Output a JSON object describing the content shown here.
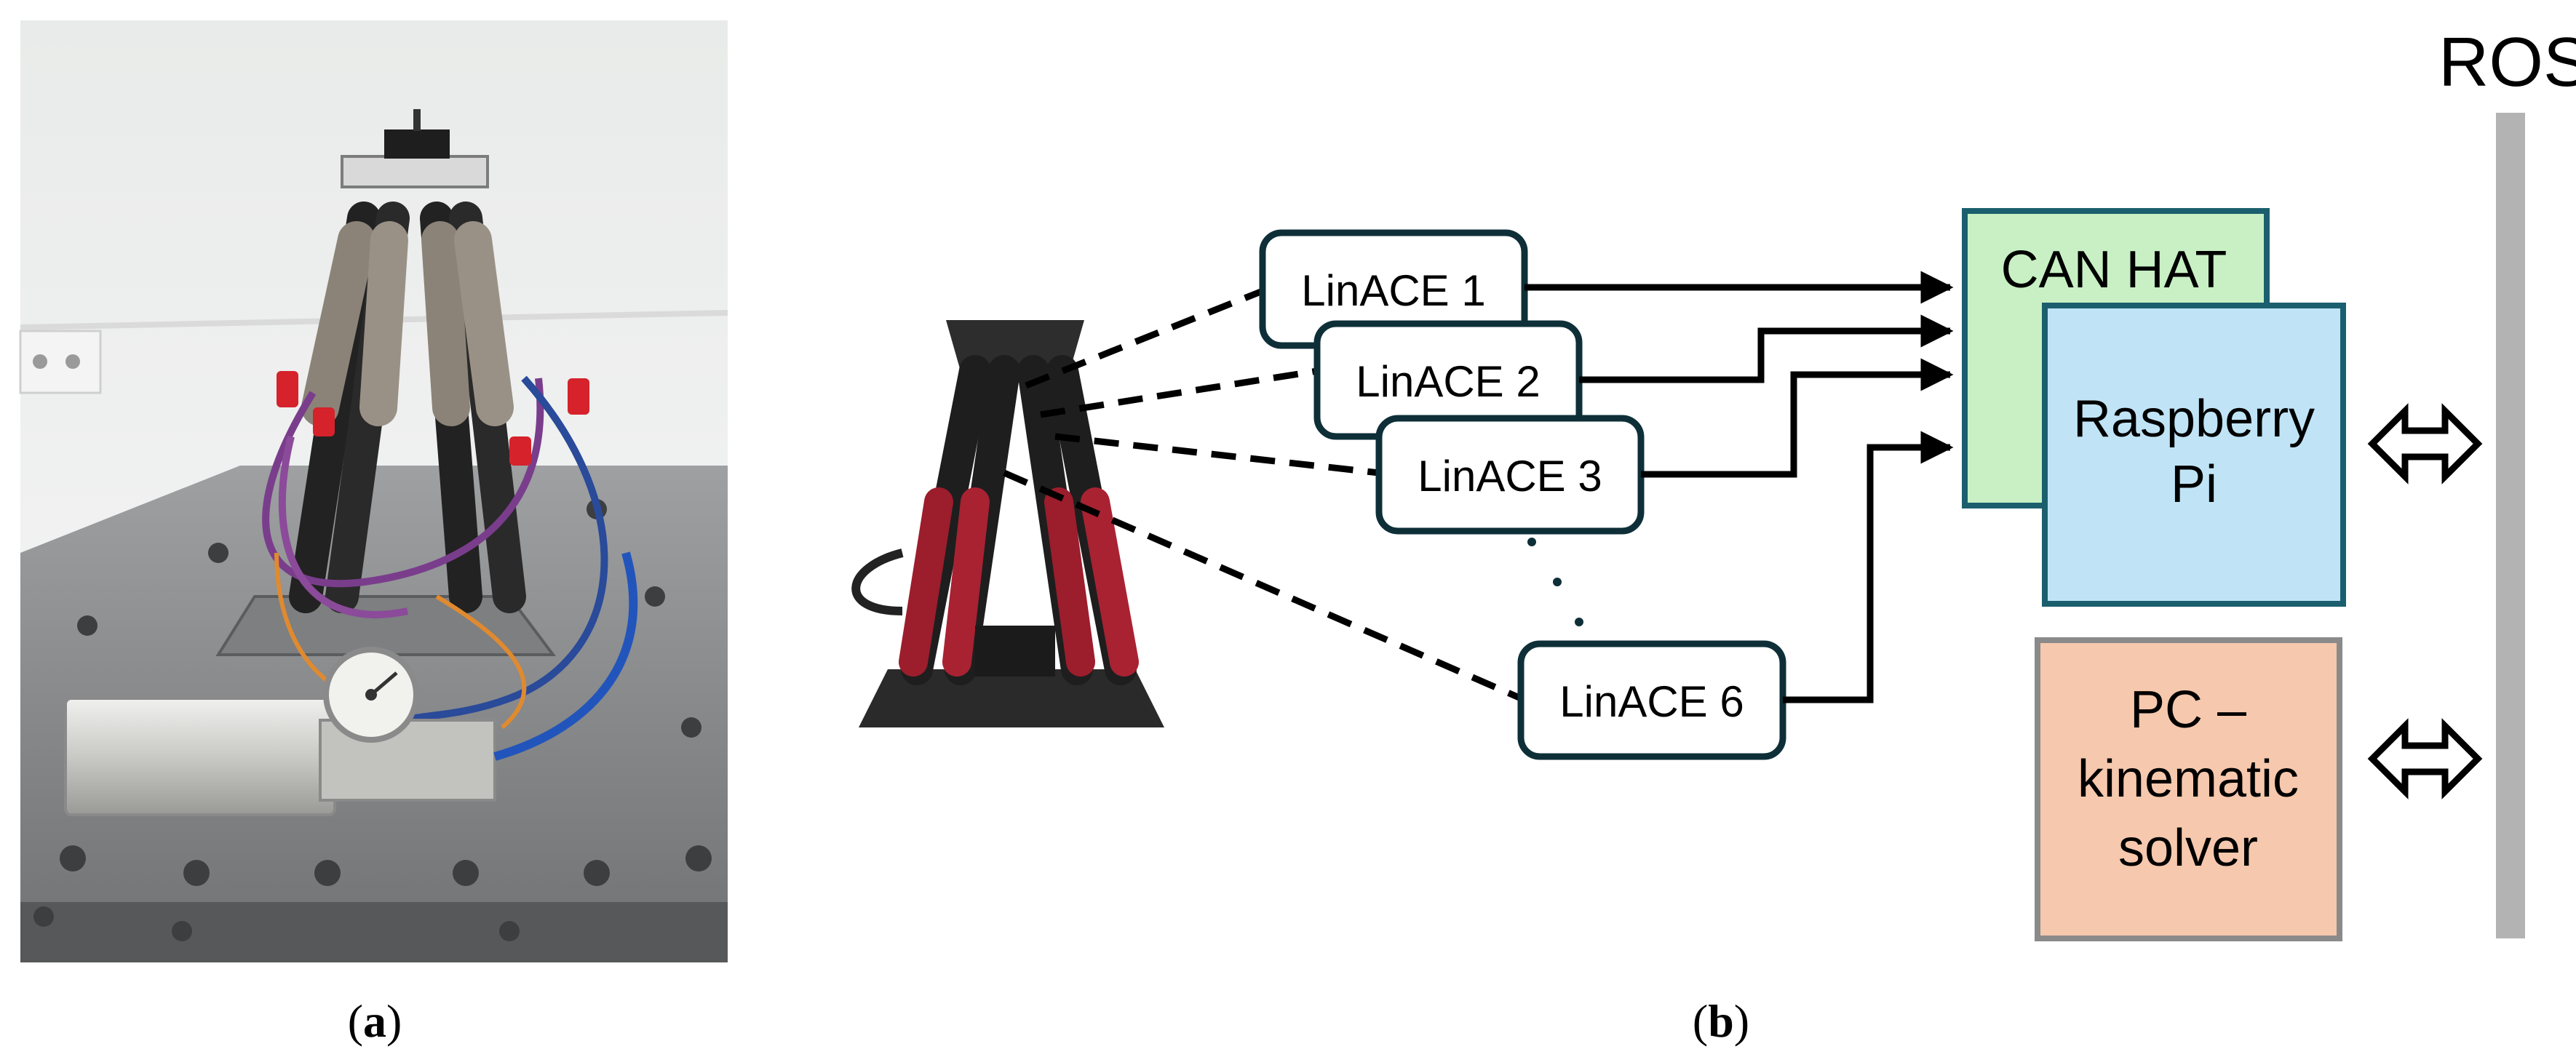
{
  "panel_a": {
    "caption_open": "(",
    "caption_letter": "a",
    "caption_close": ")"
  },
  "panel_b": {
    "caption_open": "(",
    "caption_letter": "b",
    "caption_close": ")",
    "actuators": [
      {
        "id": "linace-1",
        "label": "LinACE 1"
      },
      {
        "id": "linace-2",
        "label": "LinACE 2"
      },
      {
        "id": "linace-3",
        "label": "LinACE 3"
      },
      {
        "id": "linace-6",
        "label": "LinACE 6"
      }
    ],
    "ellipsis": "· · ·",
    "can_hat": {
      "label": "CAN HAT",
      "color": "#c8f0c4",
      "border": "#1b5f6e"
    },
    "raspberry_pi": {
      "line1": "Raspberry",
      "line2": "Pi",
      "color": "#c0e4f6",
      "border": "#1b5f6e"
    },
    "pc": {
      "line1": "PC –",
      "line2": "kinematic",
      "line3": "solver",
      "color": "#f6c8ad",
      "border": "#8a8a8a"
    },
    "ros": {
      "label": "ROS",
      "bar_color": "#b3b3b3"
    }
  }
}
